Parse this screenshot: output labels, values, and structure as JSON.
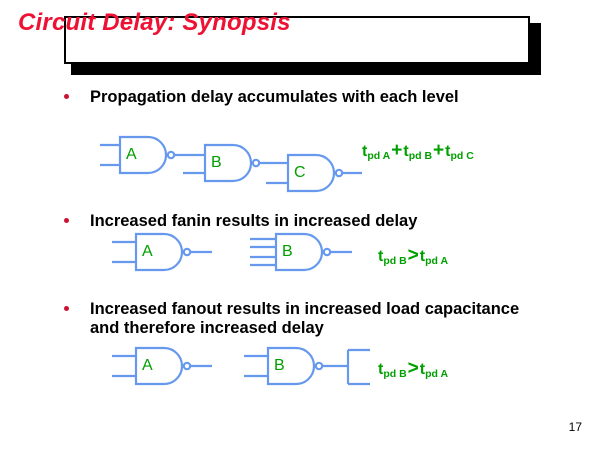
{
  "slide": {
    "title": "Circuit Delay: Synopsis",
    "page_number": "17",
    "colors": {
      "title_red": "#ee1133",
      "bullet_red": "#cc1133",
      "wire_blue": "#6699ee",
      "label_green": "#00a000",
      "text_black": "#000000",
      "background": "#ffffff"
    }
  },
  "bullets": [
    {
      "text": "Propagation delay accumulates with each level"
    },
    {
      "text": "Increased fanin results in increased delay"
    },
    {
      "text": "Increased fanout results in increased load capacitance and therefore increased delay"
    }
  ],
  "figures": [
    {
      "id": "cascade-chain",
      "description": "Three NAND gates cascaded in series",
      "gates": [
        {
          "label": "A",
          "inputs": 2,
          "fanout": 1
        },
        {
          "label": "B",
          "inputs": 2,
          "fanout": 1
        },
        {
          "label": "C",
          "inputs": 2,
          "fanout": 1
        }
      ]
    },
    {
      "id": "fanin-comparison",
      "description": "Two NAND gates compared by number of inputs",
      "gates": [
        {
          "label": "A",
          "inputs": 2,
          "fanout": 1
        },
        {
          "label": "B",
          "inputs": 4,
          "fanout": 1
        }
      ]
    },
    {
      "id": "fanout-comparison",
      "description": "Two NAND gates compared by output loading",
      "gates": [
        {
          "label": "A",
          "inputs": 2,
          "fanout": 1
        },
        {
          "label": "B",
          "inputs": 2,
          "fanout": 2
        }
      ]
    }
  ],
  "formulas": {
    "cascade": {
      "terms": [
        {
          "base": "t",
          "sub": "pd A"
        },
        {
          "base": "t",
          "sub": "pd B"
        },
        {
          "base": "t",
          "sub": "pd C"
        }
      ],
      "operators": [
        "+",
        "+"
      ],
      "plain": "t pd A + t pd B + t pd C"
    },
    "fanin": {
      "left": {
        "base": "t",
        "sub": "pd B"
      },
      "operator": ">",
      "right": {
        "base": "t",
        "sub": "pd A"
      },
      "plain": "t pd B > t pd A"
    },
    "fanout": {
      "left": {
        "base": "t",
        "sub": "pd B"
      },
      "operator": ">",
      "right": {
        "base": "t",
        "sub": "pd A"
      },
      "plain": "t pd B > t pd A"
    }
  }
}
